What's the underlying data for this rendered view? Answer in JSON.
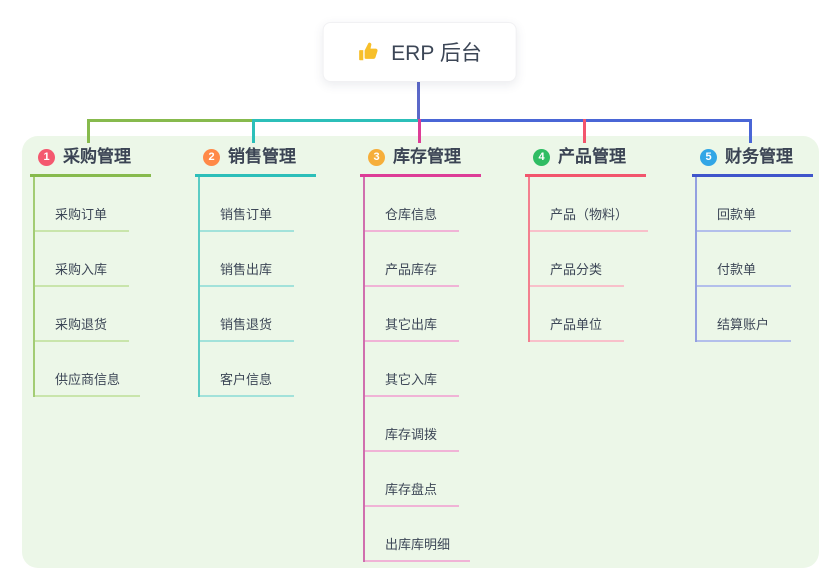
{
  "root": {
    "label": "ERP 后台",
    "icon": "thumbs-up-icon",
    "icon_color": "#f7bf2a"
  },
  "palette": {
    "background": "#ffffff",
    "panel": "#ecf7e8",
    "text": "#3d4757",
    "root_connector": "#5b68c9",
    "bus_blue": "#4a66d6"
  },
  "branches": [
    {
      "badge": "1",
      "title": "采购管理",
      "colors": {
        "badge_bg": "#f4586f",
        "main": "#87ba4d",
        "spine": "#a3cc74",
        "child_line": "#c9e5ab"
      },
      "children": [
        "采购订单",
        "采购入库",
        "采购退货",
        "供应商信息"
      ]
    },
    {
      "badge": "2",
      "title": "销售管理",
      "colors": {
        "badge_bg": "#ff8948",
        "main": "#2cbfb9",
        "spine": "#5cccc4",
        "child_line": "#a2e2da"
      },
      "children": [
        "销售订单",
        "销售出库",
        "销售退货",
        "客户信息"
      ]
    },
    {
      "badge": "3",
      "title": "库存管理",
      "colors": {
        "badge_bg": "#f6ae3a",
        "main": "#dd3d97",
        "spine": "#d06fae",
        "child_line": "#f0b3d6"
      },
      "children": [
        "仓库信息",
        "产品库存",
        "其它出库",
        "其它入库",
        "库存调拨",
        "库存盘点",
        "出库库明细"
      ]
    },
    {
      "badge": "4",
      "title": "产品管理",
      "colors": {
        "badge_bg": "#2fbd63",
        "main": "#f2556d",
        "spine": "#f3808f",
        "child_line": "#f8c0ca"
      },
      "children": [
        "产品（物料）",
        "产品分类",
        "产品单位"
      ]
    },
    {
      "badge": "5",
      "title": "财务管理",
      "colors": {
        "badge_bg": "#32a6e6",
        "main": "#3f55cb",
        "spine": "#93a0e0",
        "child_line": "#b3bfeb"
      },
      "children": [
        "回款单",
        "付款单",
        "结算账户"
      ]
    }
  ]
}
